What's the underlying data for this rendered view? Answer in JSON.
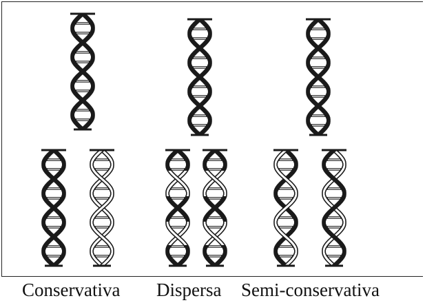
{
  "models": [
    {
      "id": "conservative",
      "label": "Conservativa"
    },
    {
      "id": "dispersive",
      "label": "Dispersa"
    },
    {
      "id": "semiconservative",
      "label": "Semi-conservativa"
    }
  ],
  "colors": {
    "old_strand": "#1a1a1a",
    "new_strand": "#ffffff",
    "outline": "#1a1a1a",
    "background": "#ffffff"
  }
}
